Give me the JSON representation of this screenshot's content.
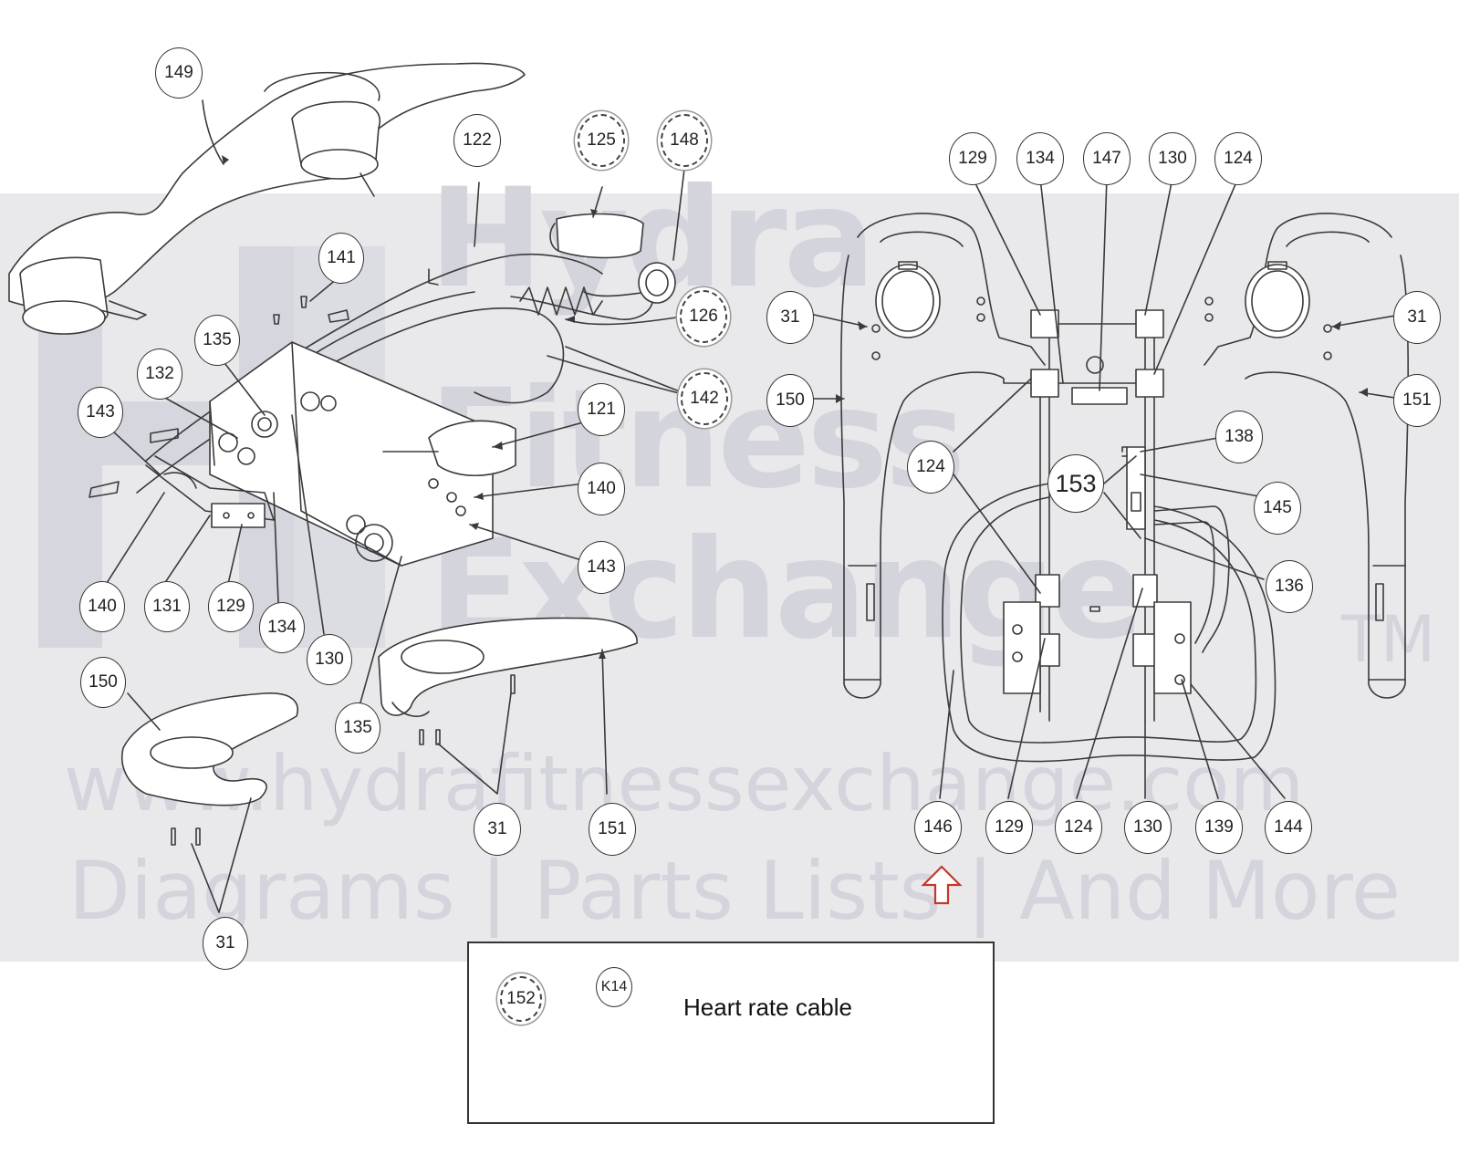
{
  "watermark": {
    "brand_line1": "Hydra",
    "brand_line2": "Fitness",
    "brand_line3": "Exchange",
    "trademark": "TM",
    "url": "www.hydrafitnessexchange.com",
    "tagline": "Diagrams | Parts Lists | And More"
  },
  "callouts": {
    "c149": "149",
    "c122": "122",
    "c125": "125",
    "c148": "148",
    "c141": "141",
    "c126": "126",
    "c135a": "135",
    "c132": "132",
    "c142": "142",
    "c143a": "143",
    "c121": "121",
    "c140a": "140",
    "c143b": "143",
    "c140b": "140",
    "c131": "131",
    "c129a": "129",
    "c134a": "134",
    "c130a": "130",
    "c150a": "150",
    "c135b": "135",
    "c31a": "31",
    "c151a": "151",
    "c31b": "31",
    "r129": "129",
    "r134": "134",
    "r147": "147",
    "r130": "130",
    "r124": "124",
    "r31a": "31",
    "r31b": "31",
    "r150": "150",
    "r151": "151",
    "r124b": "124",
    "r153": "153",
    "r138": "138",
    "r145": "145",
    "r136": "136",
    "r146": "146",
    "r129b": "129",
    "r124c": "124",
    "r130b": "130",
    "r139": "139",
    "r144": "144",
    "c152": "152",
    "k14": "K14"
  },
  "cable": {
    "label": "Heart rate cable"
  },
  "colors": {
    "arrow": "#c0392b",
    "line": "#333333",
    "watermark_band": "#e9e9ec"
  }
}
